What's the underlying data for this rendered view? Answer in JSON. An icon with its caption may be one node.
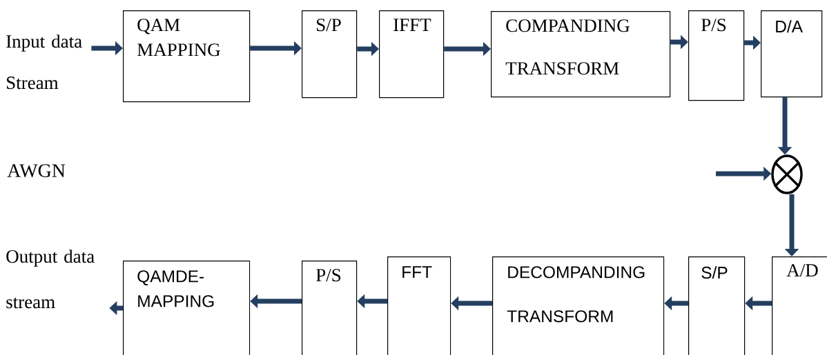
{
  "diagram": {
    "nodes": [
      {
        "text": [
          "Input data Stream"
        ]
      },
      {
        "text": [
          "QAM MAPPING"
        ]
      },
      {
        "text": [
          "S/P"
        ]
      },
      {
        "text": [
          "IFFT"
        ]
      },
      {
        "text": [
          "COMPANDING TRANSFORM"
        ]
      },
      {
        "text": [
          "P/S"
        ]
      },
      {
        "text": [
          "D/A"
        ]
      },
      {
        "text": [],
        "shape": "circle"
      },
      {
        "text": [
          "A/D"
        ]
      },
      {
        "text": [
          "S/P"
        ]
      },
      {
        "text": [
          "DECOMPANDING TRANSFORM"
        ]
      },
      {
        "text": [
          "FFT"
        ]
      },
      {
        "text": [
          "P/S"
        ]
      },
      {
        "text": [
          "QAMDE- MAPPING"
        ]
      },
      {
        "text": [
          "Output data stream"
        ]
      }
    ],
    "edges": [
      {
        "from": 0,
        "to": 1,
        "arrow": "to"
      },
      {
        "from": 1,
        "to": 2,
        "arrow": "to"
      },
      {
        "from": 2,
        "to": 3,
        "arrow": "to"
      },
      {
        "from": 3,
        "to": 4,
        "arrow": "to"
      },
      {
        "from": 4,
        "to": 5,
        "arrow": "to"
      },
      {
        "from": 5,
        "to": 6,
        "arrow": "to"
      },
      {
        "from": 6,
        "to": 7,
        "arrow": "to"
      },
      {
        "from": null,
        "to": 7,
        "arrow": "to"
      },
      {
        "from": 7,
        "to": 8,
        "arrow": "to"
      },
      {
        "from": 8,
        "to": 9,
        "arrow": "to"
      },
      {
        "from": 9,
        "to": 10,
        "arrow": "to"
      },
      {
        "from": 10,
        "to": 11,
        "arrow": "to"
      },
      {
        "from": 11,
        "to": 12,
        "arrow": "to"
      },
      {
        "from": 12,
        "to": 13,
        "arrow": "to"
      },
      {
        "from": 13,
        "to": 14,
        "arrow": "to"
      }
    ],
    "labels": [
      "AWGN"
    ]
  }
}
